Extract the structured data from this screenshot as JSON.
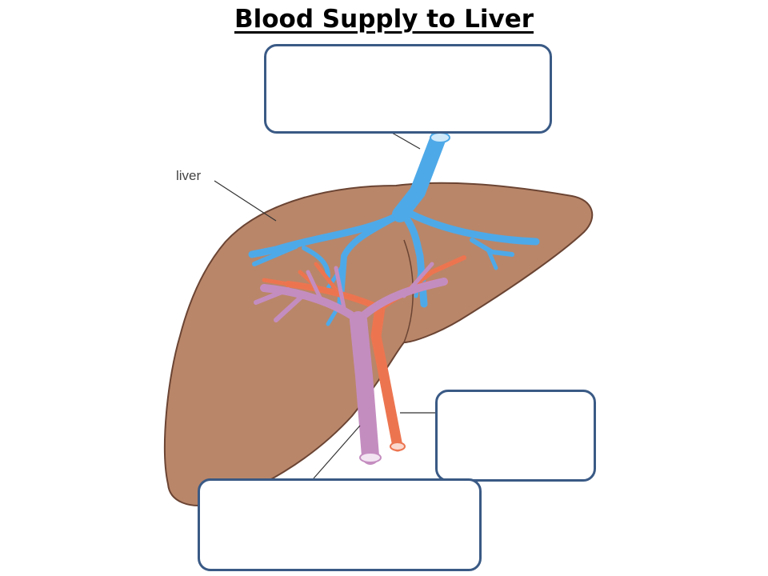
{
  "page": {
    "title": "Blood Supply to Liver"
  },
  "diagram": {
    "liver_label": "liver",
    "answer_boxes": [
      {
        "id": "top",
        "text": ""
      },
      {
        "id": "right",
        "text": ""
      },
      {
        "id": "bottom",
        "text": ""
      }
    ]
  },
  "colors": {
    "liver": "#b98669",
    "liver_outline": "#6b4433",
    "hepatic_vein": "#4ea9e8",
    "hepatic_portal_vein": "#c48dc0",
    "hepatic_artery": "#ec7550",
    "box_border": "#3a5a85"
  }
}
